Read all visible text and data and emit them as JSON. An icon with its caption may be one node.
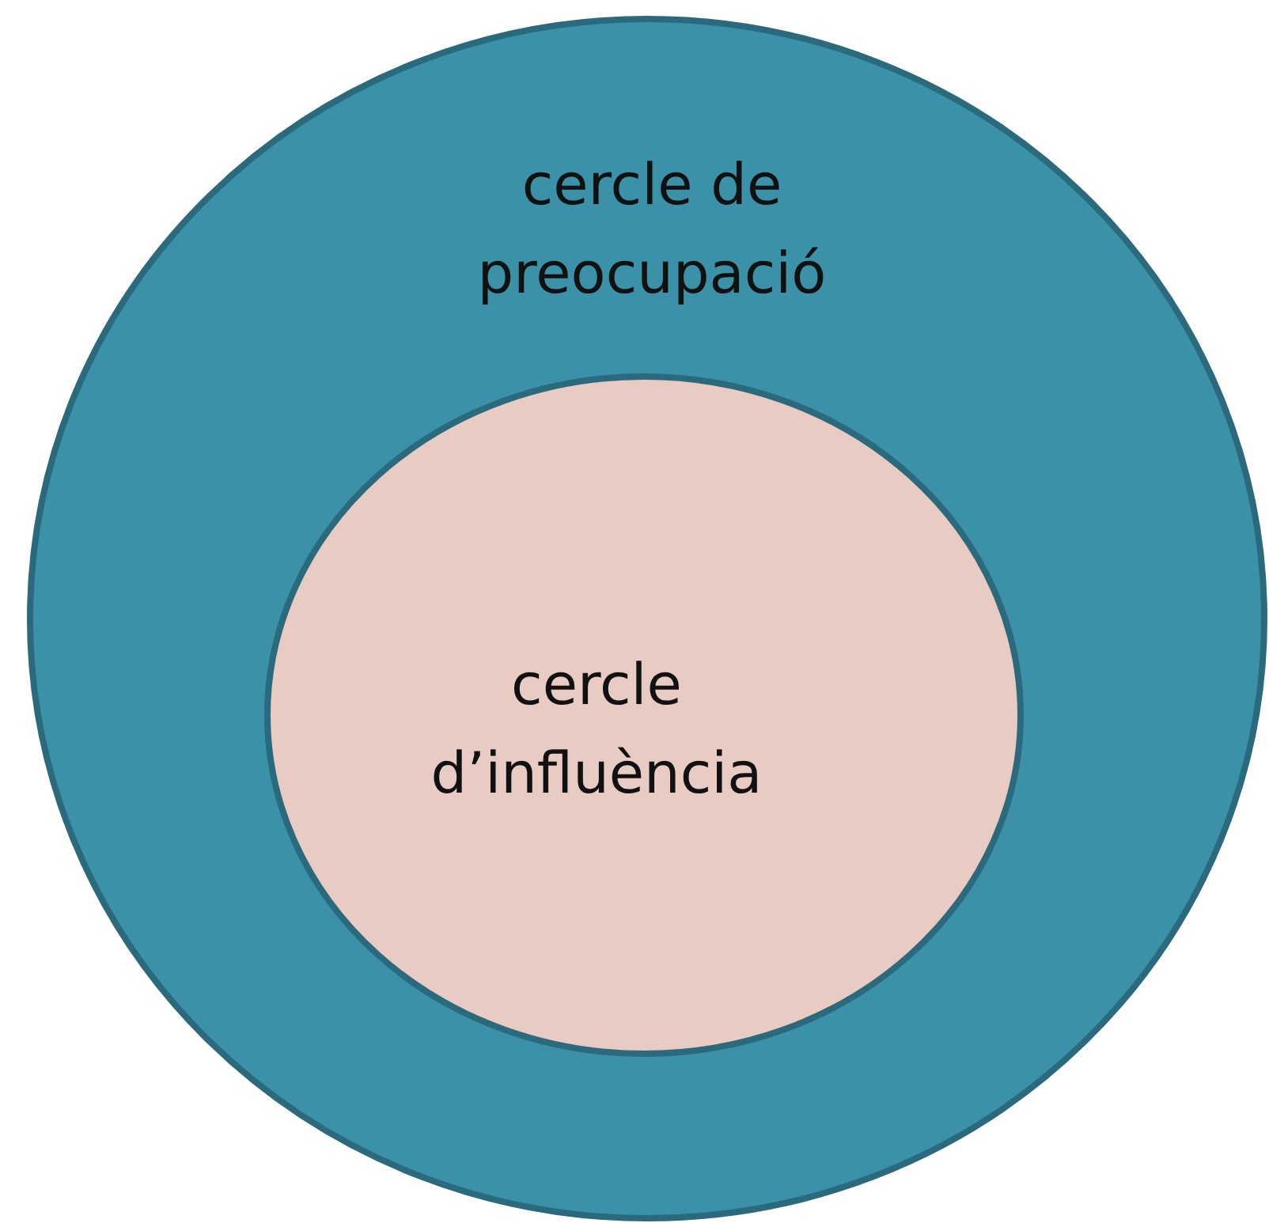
{
  "diagram": {
    "nodes": [
      {
        "text": [
          "cercle de preocupació"
        ]
      },
      {
        "text": [
          "cercle d’influència"
        ],
        "in": 0
      }
    ],
    "edges": []
  }
}
